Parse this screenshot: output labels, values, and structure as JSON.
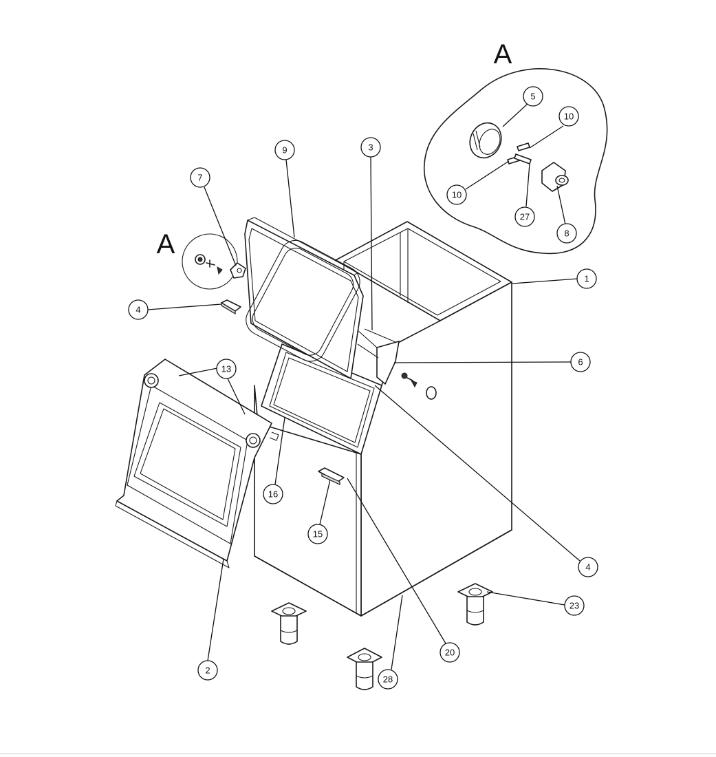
{
  "detail_labels": [
    "A",
    "A"
  ],
  "callouts": [
    {
      "label": "1"
    },
    {
      "label": "2"
    },
    {
      "label": "3"
    },
    {
      "label": "4"
    },
    {
      "label": "4"
    },
    {
      "label": "5"
    },
    {
      "label": "6"
    },
    {
      "label": "7"
    },
    {
      "label": "8"
    },
    {
      "label": "9"
    },
    {
      "label": "10"
    },
    {
      "label": "10"
    },
    {
      "label": "13"
    },
    {
      "label": "15"
    },
    {
      "label": "16"
    },
    {
      "label": "20"
    },
    {
      "label": "23"
    },
    {
      "label": "27"
    },
    {
      "label": "28"
    }
  ]
}
